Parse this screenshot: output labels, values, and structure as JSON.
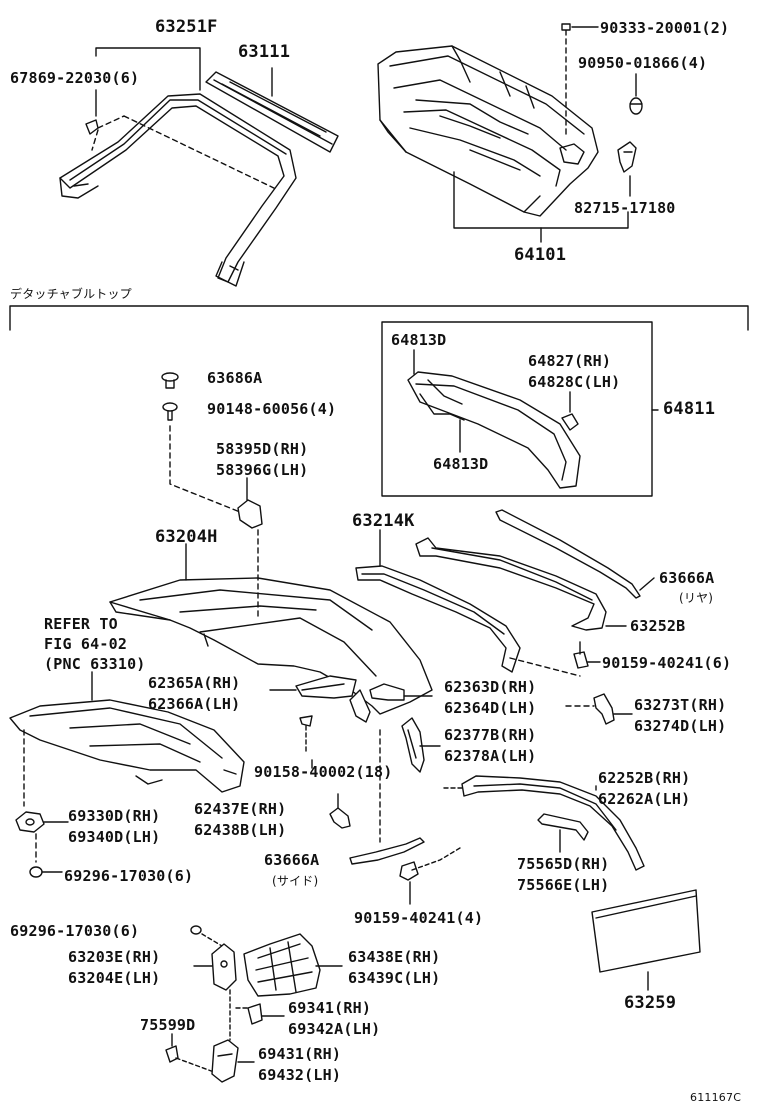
{
  "section_title": "デタッチャブルトップ",
  "figure_code": "611167C",
  "labels": {
    "p63251F": "63251F",
    "p67869": "67869-22030(6)",
    "p63111": "63111",
    "p90333": "90333-20001(2)",
    "p90950": "90950-01866(4)",
    "p82715": "82715-17180",
    "p64101": "64101",
    "p64813D_a": "64813D",
    "p64827": "64827(RH)",
    "p64828C": "64828C(LH)",
    "p64811": "64811",
    "p64813D_b": "64813D",
    "p63686A": "63686A",
    "p90148": "90148-60056(4)",
    "p58395D": "58395D(RH)",
    "p58396G": "58396G(LH)",
    "p63204H": "63204H",
    "p63214K": "63214K",
    "p63666A_rear": "63666A",
    "note_rear": "(リヤ)",
    "p63252B": "63252B",
    "p90159_a": "90159-40241(6)",
    "refer1": "REFER TO",
    "refer2": "FIG 64-02",
    "refer3": "(PNC 63310)",
    "p62365A": "62365A(RH)",
    "p62366A": "62366A(LH)",
    "p62363D": "62363D(RH)",
    "p62364D": "62364D(LH)",
    "p63273T": "63273T(RH)",
    "p63274D": "63274D(LH)",
    "p62377B": "62377B(RH)",
    "p62378A": "62378A(LH)",
    "p90158": "90158-40002(18)",
    "p69330D": "69330D(RH)",
    "p69340D": "69340D(LH)",
    "p62437E": "62437E(RH)",
    "p62438B": "62438B(LH)",
    "p62252B": "62252B(RH)",
    "p62262A": "62262A(LH)",
    "p69296_a": "69296-17030(6)",
    "p63666A_side": "63666A",
    "note_side": "(サイド)",
    "p75565D": "75565D(RH)",
    "p75566E": "75566E(LH)",
    "p90159_b": "90159-40241(4)",
    "p69296_b": "69296-17030(6)",
    "p63203E": "63203E(RH)",
    "p63204E": "63204E(LH)",
    "p63438E": "63438E(RH)",
    "p63439C": "63439C(LH)",
    "p63259": "63259",
    "p69341": "69341(RH)",
    "p69342A": "69342A(LH)",
    "p75599D": "75599D",
    "p69431": "69431(RH)",
    "p69432": "69432(LH)"
  }
}
